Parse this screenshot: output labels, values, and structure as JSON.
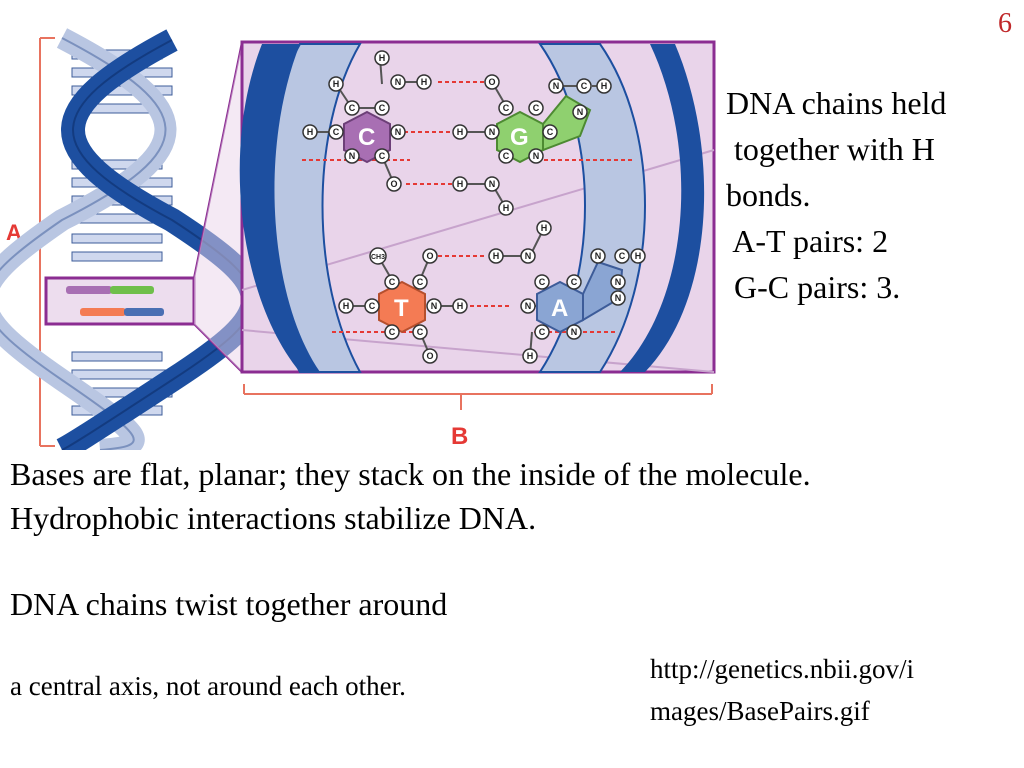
{
  "slide_number": "6",
  "diagram": {
    "label_a": "A",
    "label_b": "B",
    "bases": {
      "c": "C",
      "g": "G",
      "t": "T",
      "a": "A"
    },
    "atoms": {
      "h": "H",
      "c": "C",
      "n": "N",
      "o": "O",
      "ch3": "CH3"
    },
    "colors": {
      "helix_dark": "#1d4fa0",
      "helix_light": "#b9c6e2",
      "panel_bg": "#e9d4ea",
      "panel_border": "#8b2d92",
      "bracket": "#e8735f",
      "h_bond": "#e53935",
      "base_c": "#a86fb3",
      "base_g": "#8fd06f",
      "base_t": "#f47b54",
      "base_a": "#8aa5d3"
    }
  },
  "side_text": {
    "line1": "DNA chains held",
    "line2": " together with H",
    "line3": "bonds.",
    "line4": " A-T pairs: 2",
    "line5": " G-C pairs: 3."
  },
  "body": {
    "paragraph1": "Bases are flat, planar; they stack on the inside of the molecule. Hydrophobic interactions stabilize DNA.",
    "paragraph2": "DNA chains twist together around",
    "paragraph3": "a central axis, not around each other."
  },
  "source": {
    "line1": "http://genetics.nbii.gov/i",
    "line2": "mages/BasePairs.gif"
  }
}
